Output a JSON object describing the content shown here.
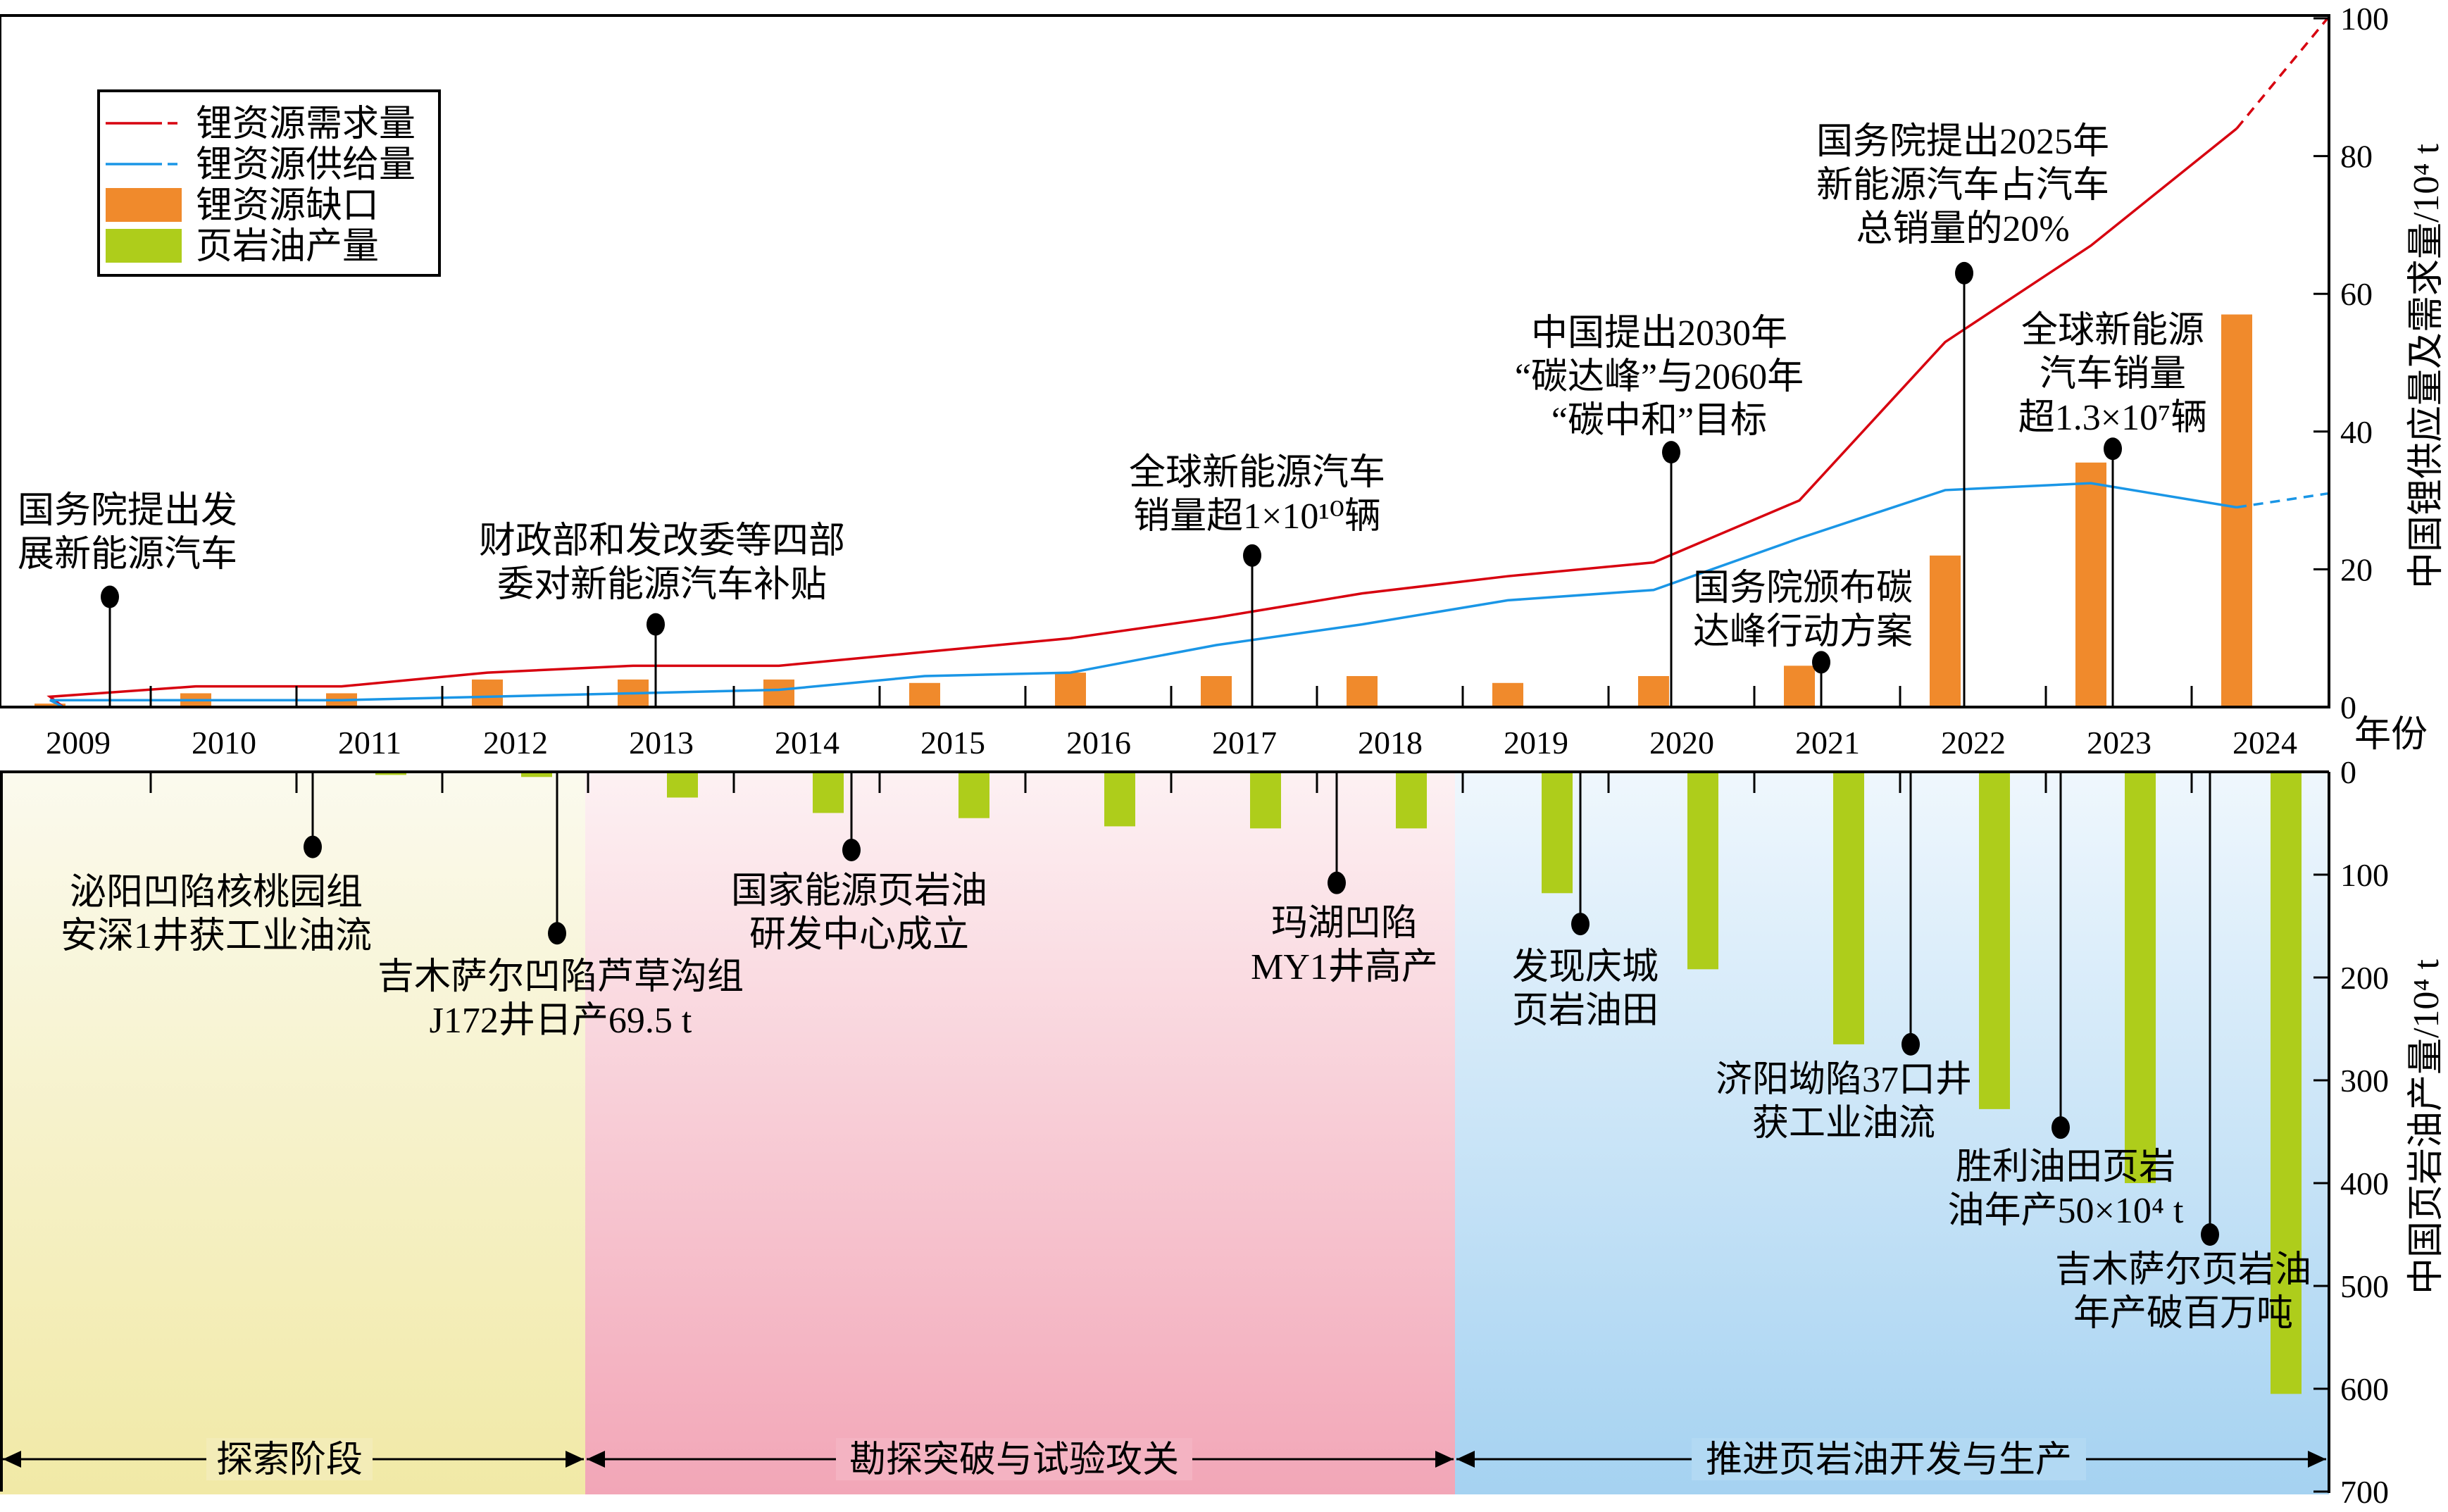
{
  "chart_data": [
    {
      "type": "bar+line",
      "panel": "top",
      "ylabel": "中国锂供应量及需求量/10⁴ t",
      "xlabel": "年份",
      "ylim": [
        0,
        100
      ],
      "yticks": [
        0,
        20,
        40,
        60,
        80,
        100
      ],
      "categories": [
        "2009",
        "2010",
        "2011",
        "2012",
        "2013",
        "2014",
        "2015",
        "2016",
        "2017",
        "2018",
        "2019",
        "2020",
        "2021",
        "2022",
        "2023",
        "2024"
      ],
      "series": [
        {
          "name": "锂资源需求量",
          "type": "line",
          "color": "#d7000f",
          "values": [
            1.5,
            3,
            3,
            5,
            6,
            6,
            8,
            10,
            13,
            16.5,
            19,
            21,
            30,
            53,
            67,
            84
          ],
          "projection": 100
        },
        {
          "name": "锂资源供给量",
          "type": "line",
          "color": "#1a96e6",
          "values": [
            1,
            1,
            1,
            1.5,
            2,
            2.5,
            4.5,
            5,
            9,
            12,
            15.5,
            17,
            24.5,
            31.5,
            32.5,
            29
          ],
          "projection": 31
        },
        {
          "name": "锂资源缺口",
          "type": "bar",
          "color": "#f08a2c",
          "values": [
            0.5,
            2,
            2,
            4,
            4,
            4,
            3.5,
            5,
            4.5,
            4.5,
            3.5,
            4.5,
            6,
            22,
            35.5,
            57
          ]
        }
      ],
      "legend": {
        "position": "top-left",
        "entries": [
          "锂资源需求量",
          "锂资源供给量",
          "锂资源缺口",
          "页岩油产量"
        ]
      },
      "annotations": [
        {
          "year": 2009,
          "value": 16,
          "lines": [
            "国务院提出发",
            "展新能源汽车"
          ]
        },
        {
          "year": 2013,
          "value": 12,
          "lines": [
            "财政部和发改委等四部",
            "委对新能源汽车补贴"
          ]
        },
        {
          "year": 2017,
          "value": 22,
          "lines": [
            "全球新能源汽车",
            "销量超1×10¹⁰辆"
          ]
        },
        {
          "year": 2020,
          "value": 37,
          "lines": [
            "中国提出2030年",
            "“碳达峰”与2060年",
            "“碳中和”目标"
          ]
        },
        {
          "year": 2021,
          "value": 6.5,
          "lines": [
            "国务院颁布碳",
            "达峰行动方案"
          ]
        },
        {
          "year": 2022,
          "value": 63,
          "lines": [
            "国务院提出2025年",
            "新能源汽车占汽车",
            "总销量的20%"
          ]
        },
        {
          "year": 2023,
          "value": 37.5,
          "lines": [
            "全球新能源",
            "汽车销量",
            "超1.3×10⁷辆"
          ]
        }
      ]
    },
    {
      "type": "bar",
      "panel": "bottom",
      "ylabel": "中国页岩油产量/10⁴ t",
      "ylim": [
        0,
        700
      ],
      "yticks": [
        0,
        100,
        200,
        300,
        400,
        500,
        600,
        700
      ],
      "inverted": true,
      "categories": [
        "2011",
        "2012",
        "2013",
        "2014",
        "2015",
        "2016",
        "2017",
        "2018",
        "2019",
        "2020",
        "2021",
        "2022",
        "2023",
        "2024"
      ],
      "series": [
        {
          "name": "页岩油产量",
          "color": "#aecd1b",
          "values": [
            3,
            5,
            25,
            40,
            45,
            53,
            55,
            55,
            118,
            192,
            265,
            328,
            400,
            605
          ]
        }
      ],
      "annotations": [
        {
          "year": 2010.4,
          "value": 73,
          "lines": [
            "泌阳凹陷核桃园组",
            "安深1井获工业油流"
          ]
        },
        {
          "year": 2012.2,
          "value": 157,
          "lines": [
            "吉木萨尔凹陷芦草沟组",
            "J172井日产69.5 t"
          ]
        },
        {
          "year": 2014.3,
          "value": 76,
          "lines": [
            "国家能源页岩油",
            "研发中心成立"
          ]
        },
        {
          "year": 2017.65,
          "value": 108,
          "lines": [
            "玛湖凹陷",
            "MY1井高产"
          ]
        },
        {
          "year": 2019.4,
          "value": 148,
          "lines": [
            "发现庆城",
            "页岩油田"
          ]
        },
        {
          "year": 2021.65,
          "value": 265,
          "lines": [
            "济阳坳陷37口井",
            "获工业油流"
          ]
        },
        {
          "year": 2022.7,
          "value": 346,
          "lines": [
            "胜利油田页岩",
            "油年产50×10⁴ t"
          ]
        },
        {
          "year": 2023.75,
          "value": 450,
          "lines": [
            "吉木萨尔页岩油",
            "年产破百万吨"
          ]
        }
      ],
      "stages": [
        {
          "label": "探索阶段",
          "from": 2008.5,
          "to": 2012.55
        },
        {
          "label": "勘探突破与试验攻关",
          "to": 2018.6
        },
        {
          "label": "推进页岩油开发与生产",
          "to": 2024.5
        }
      ]
    }
  ]
}
